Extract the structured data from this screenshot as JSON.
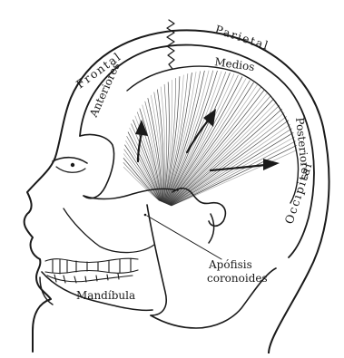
{
  "diagram": {
    "labels": {
      "frontal": "Frontal",
      "parietal": "Parietal",
      "occipital": "Occipital",
      "anteriores": "Anteriores",
      "medios": "Medios",
      "posteriores": "Posteriores",
      "apofisis_line1": "Apófisis",
      "apofisis_line2": "coronoides",
      "mandibula": "Mandíbula"
    },
    "colors": {
      "ink": "#1a1a1a",
      "paper": "#ffffff"
    }
  }
}
